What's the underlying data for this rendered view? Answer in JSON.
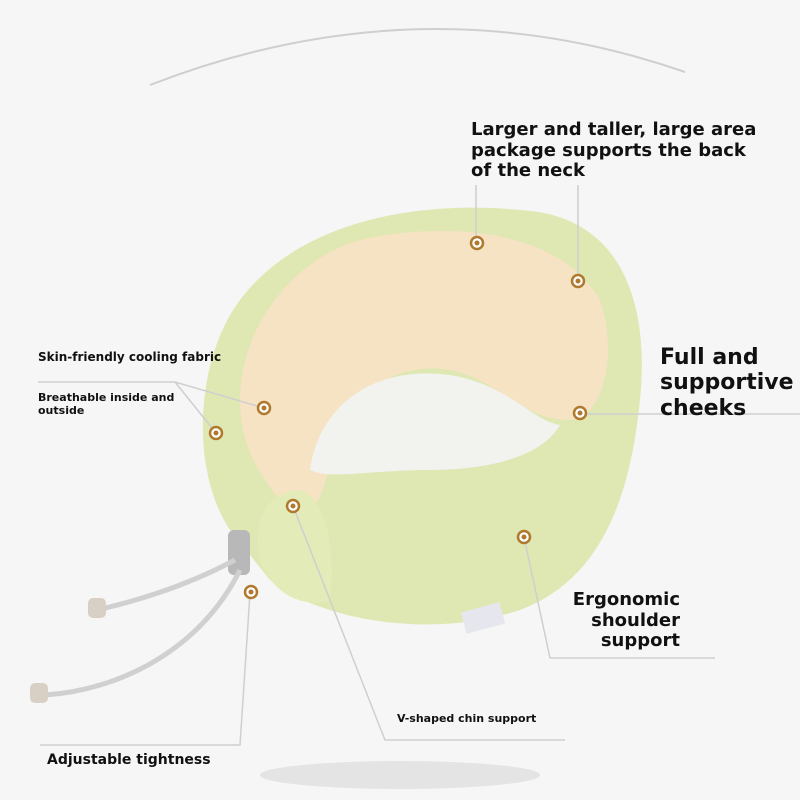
{
  "annotations": {
    "back_of_neck": "Larger and taller, large area package supports the back of the neck",
    "cheeks": "Full and supportive cheeks",
    "cooling_fabric": "Skin-friendly cooling fabric",
    "breathable": "Breathable inside and outside",
    "shoulder": "Ergonomic shoulder support",
    "chin": "V-shaped chin support",
    "tightness": "Adjustable tightness"
  },
  "colors": {
    "pillow_outer": "#dfe7b2",
    "pillow_inner": "#f5e3c3",
    "marker": "#b07a2e",
    "leader_line": "#cfcfcf"
  }
}
